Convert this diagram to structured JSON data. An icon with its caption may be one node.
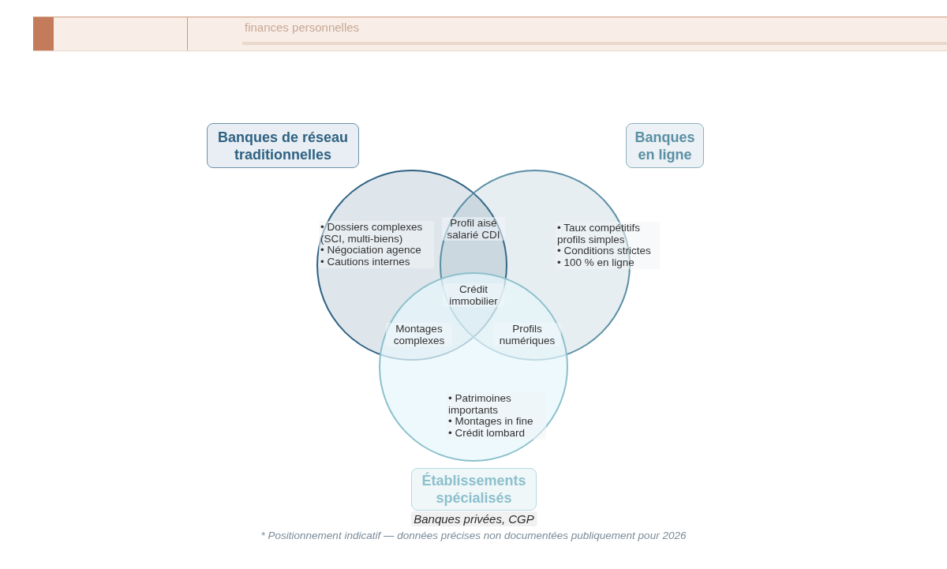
{
  "diagram": {
    "caption": "* Positionnement indicatif — données précises non documentées publiquement pour 2026",
    "nodes": [
      {
        "text": [
          "Banques de réseau traditionnelles"
        ]
      },
      {
        "text": [
          "Banques en ligne"
        ]
      },
      {
        "text": [
          "• Dossiers complexes (SCI, multi-biens)",
          "• Négociation agence",
          "• Cautions internes"
        ]
      },
      {
        "text": [
          "• Taux compétitifs profils simples",
          "• Conditions strictes",
          "• 100 % en ligne"
        ]
      },
      {
        "text": [
          "• Patrimoines importants",
          "• Montages in fine",
          "• Crédit lombard"
        ]
      },
      {
        "text": [
          "Établissements spécialisés"
        ],
        "beside": [
          "Banques privées, CGP"
        ]
      }
    ],
    "labels": [
      "finances personnelles",
      "Profil aisé salarié CDI",
      "Crédit immobilier",
      "Montages complexes",
      "Profils numériques"
    ]
  }
}
